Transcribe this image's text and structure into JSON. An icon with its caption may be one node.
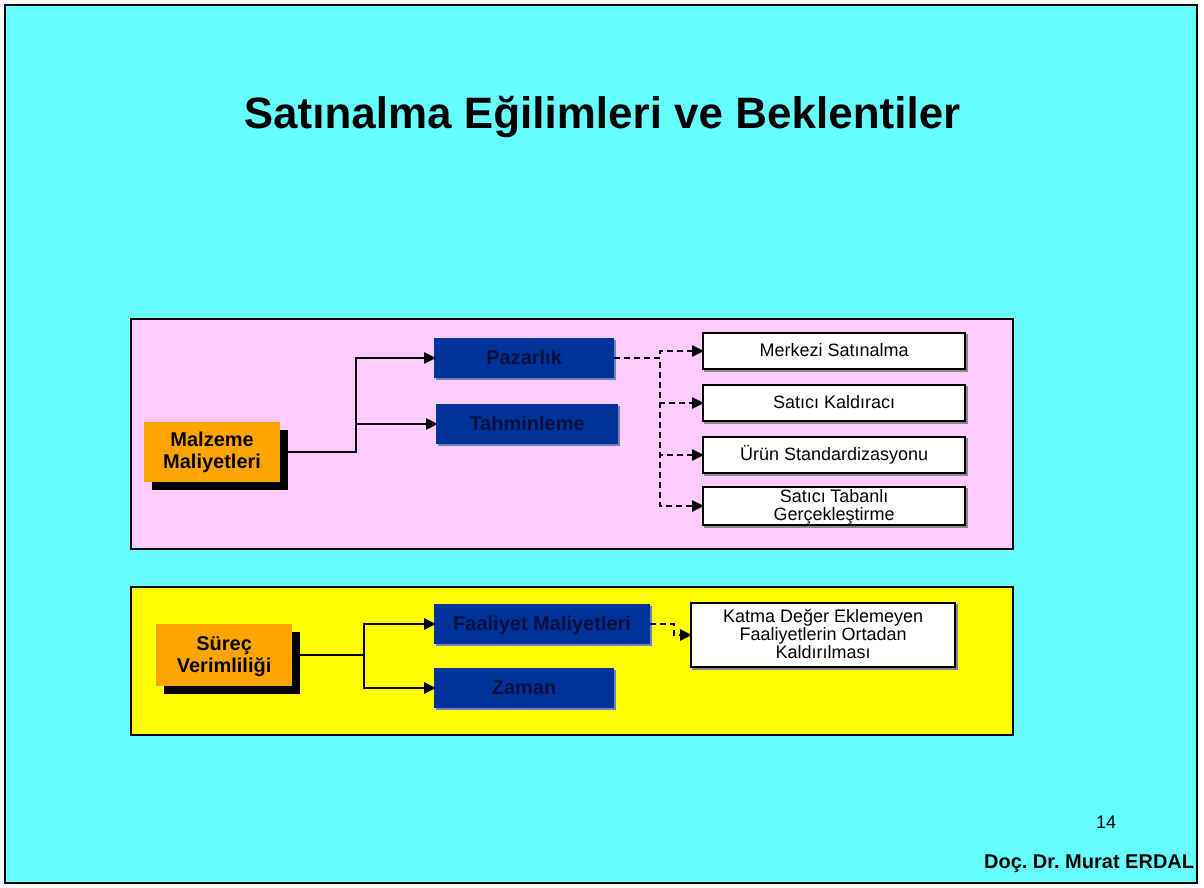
{
  "diagram": {
    "title": "Satınalma Eğilimleri ve Beklentiler",
    "nodes": [
      {
        "text": [],
        "shape": "box"
      },
      {
        "text": [
          "Malzeme Maliyetleri"
        ],
        "in": 0
      },
      {
        "text": [
          "Pazarlık"
        ],
        "in": 0
      },
      {
        "text": [
          "Tahminleme"
        ],
        "in": 0
      },
      {
        "text": [
          "Merkezi Satınalma"
        ],
        "in": 0
      },
      {
        "text": [
          "Satıcı Kaldıracı"
        ],
        "in": 0
      },
      {
        "text": [
          "Ürün Standardizasyonu"
        ],
        "in": 0
      },
      {
        "text": [
          "Satıcı Tabanlı Gerçekleştirme"
        ],
        "in": 0
      },
      {
        "text": [],
        "shape": "box"
      },
      {
        "text": [
          "Süreç Verimliliği"
        ],
        "in": 8
      },
      {
        "text": [
          "Faaliyet Maliyetleri"
        ],
        "in": 8
      },
      {
        "text": [
          "Katma Değer Eklemeyen Faaliyetlerin Ortadan Kaldırılması"
        ],
        "in": 8
      },
      {
        "text": [
          "Zaman"
        ],
        "in": 8
      }
    ],
    "edges": [
      {
        "from": 1,
        "to": 2,
        "arrow": "to"
      },
      {
        "from": 1,
        "to": 3,
        "arrow": "to"
      },
      {
        "from": 2,
        "to": 4,
        "arrow": "to",
        "style": "dashed"
      },
      {
        "from": 2,
        "to": 5,
        "arrow": "to",
        "style": "dashed"
      },
      {
        "from": 2,
        "to": 6,
        "arrow": "to",
        "style": "dashed"
      },
      {
        "from": 2,
        "to": 7,
        "arrow": "to",
        "style": "dashed"
      },
      {
        "from": 9,
        "to": 10,
        "arrow": "to"
      },
      {
        "from": 9,
        "to": 12,
        "arrow": "to"
      },
      {
        "from": 10,
        "to": 11,
        "arrow": "to",
        "style": "dashed"
      }
    ],
    "labels": [
      "14",
      "Doç. Dr. Murat ERDAL"
    ]
  }
}
